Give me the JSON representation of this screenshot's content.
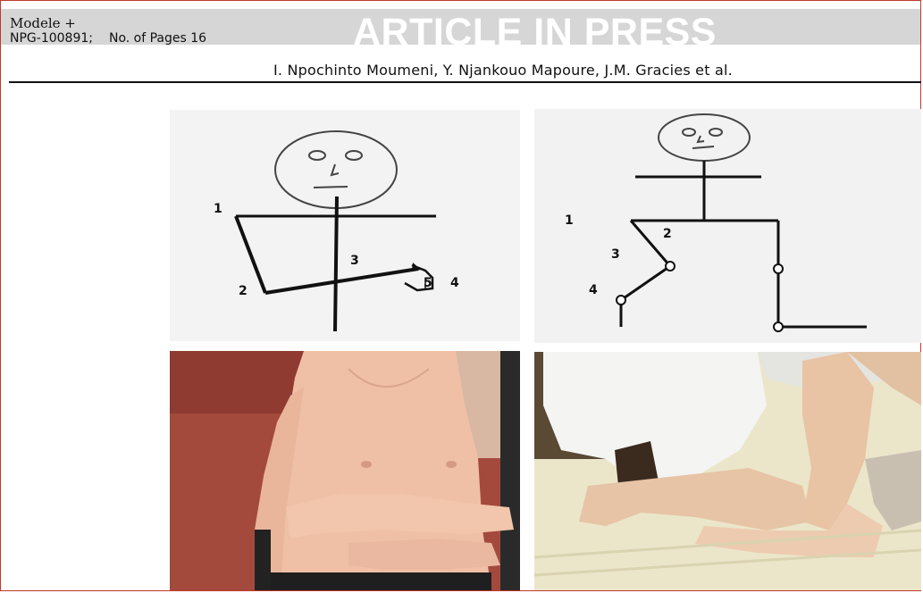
{
  "header": {
    "model_label": "Modele +",
    "article_id": "NPG-100891;",
    "pages_label": "No. of Pages 16",
    "press_banner": "ARTICLE IN PRESS",
    "authors": "I. Npochinto Moumeni, Y. Njankouo Mapoure, J.M. Gracies et al."
  },
  "figure": {
    "panel_a": {
      "labels": [
        "1",
        "2",
        "3",
        "4",
        "5"
      ]
    },
    "panel_b": {
      "labels": [
        "1",
        "2",
        "3",
        "4"
      ]
    }
  }
}
